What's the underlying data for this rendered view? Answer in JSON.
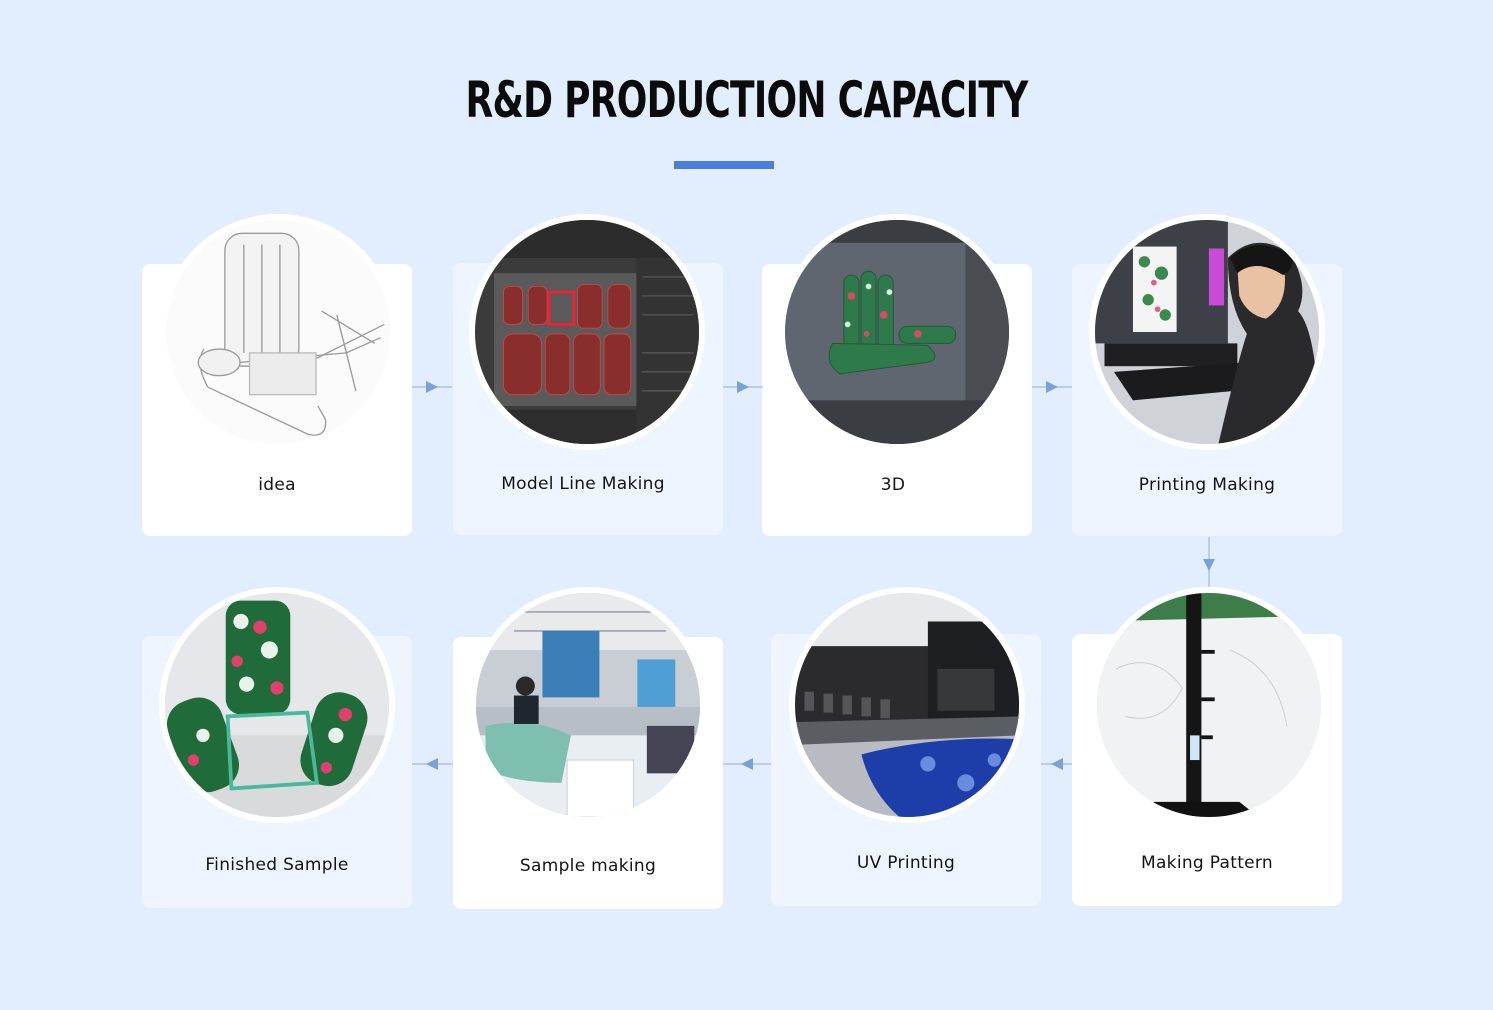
{
  "header": {
    "title": "R&D PRODUCTION CAPACITY"
  },
  "colors": {
    "background": "#e2edfd",
    "accent": "#4a7fd9",
    "arrow": "#7a9fdc"
  },
  "steps": [
    {
      "label": "idea",
      "icon": "sketch-image"
    },
    {
      "label": "Model Line Making",
      "icon": "cad-software-image"
    },
    {
      "label": "3D",
      "icon": "3d-render-image"
    },
    {
      "label": "Printing Making",
      "icon": "designer-at-computer-image"
    },
    {
      "label": "Making Pattern",
      "icon": "pattern-cutter-image"
    },
    {
      "label": "UV Printing",
      "icon": "uv-printer-image"
    },
    {
      "label": "Sample making",
      "icon": "workshop-image"
    },
    {
      "label": "Finished Sample",
      "icon": "finished-chair-image"
    }
  ]
}
